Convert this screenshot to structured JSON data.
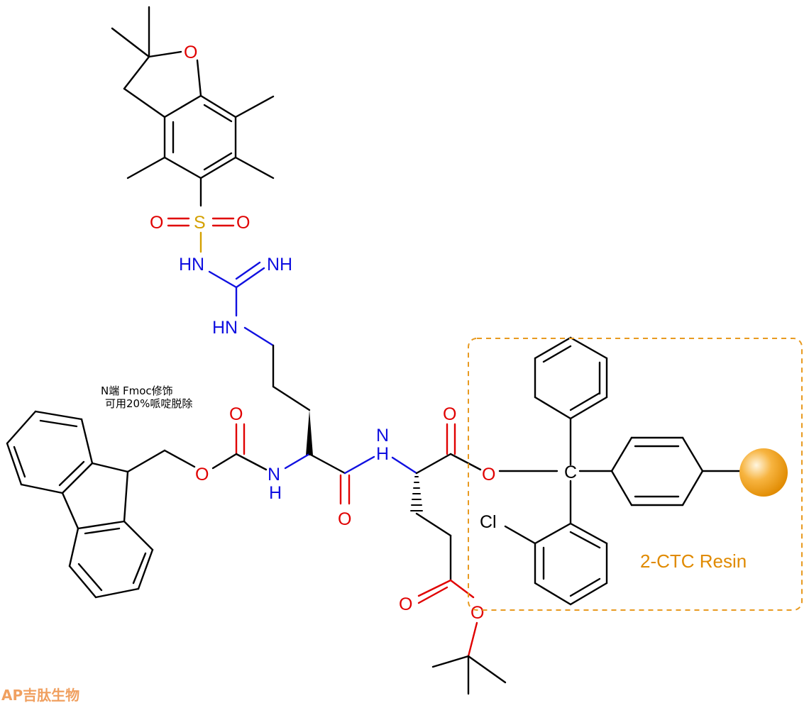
{
  "annotation": {
    "line1": "N端 Fmoc修饰",
    "line2": "可用20%哌啶脱除"
  },
  "resin": {
    "label": "2-CTC Resin",
    "color": "#e08a00"
  },
  "logo": {
    "text": "AP吉肽生物"
  },
  "atoms": {
    "O": "O",
    "S": "S",
    "HN": "HN",
    "NH": "NH",
    "N": "N",
    "H": "H",
    "C": "C",
    "Cl": "Cl"
  },
  "colors": {
    "oxygen": "#e00000",
    "nitrogen": "#1010e0",
    "sulfur": "#d4a000",
    "bead": "#f5a623"
  }
}
